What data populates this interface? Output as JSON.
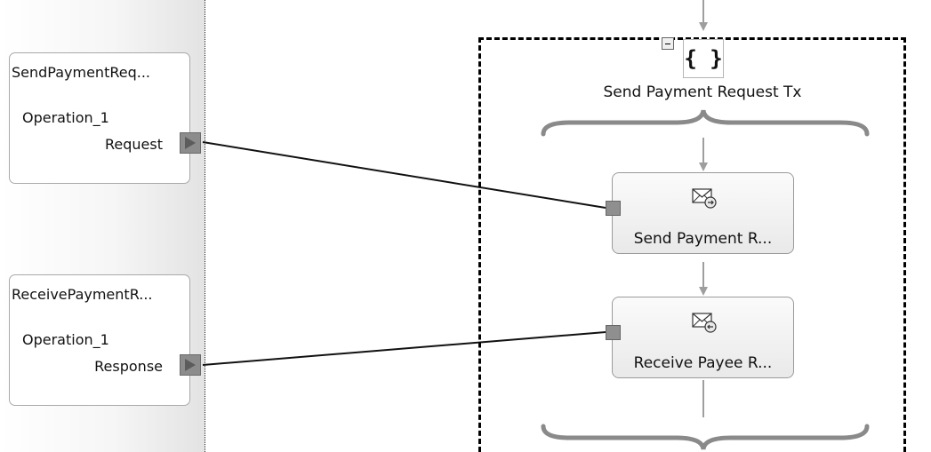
{
  "port_panel": {
    "ports": [
      {
        "name": "SendPaymentReq...",
        "operation": "Operation_1",
        "message": "Request"
      },
      {
        "name": "ReceivePaymentR...",
        "operation": "Operation_1",
        "message": "Response"
      }
    ]
  },
  "orchestration": {
    "scope": {
      "title": "Send Payment Request Tx",
      "icon": "{ }",
      "collapse_icon": "minus-icon"
    },
    "shapes": [
      {
        "label": "Send Payment R...",
        "icon": "send-envelope-icon"
      },
      {
        "label": "Receive Payee R...",
        "icon": "receive-envelope-icon"
      }
    ]
  }
}
